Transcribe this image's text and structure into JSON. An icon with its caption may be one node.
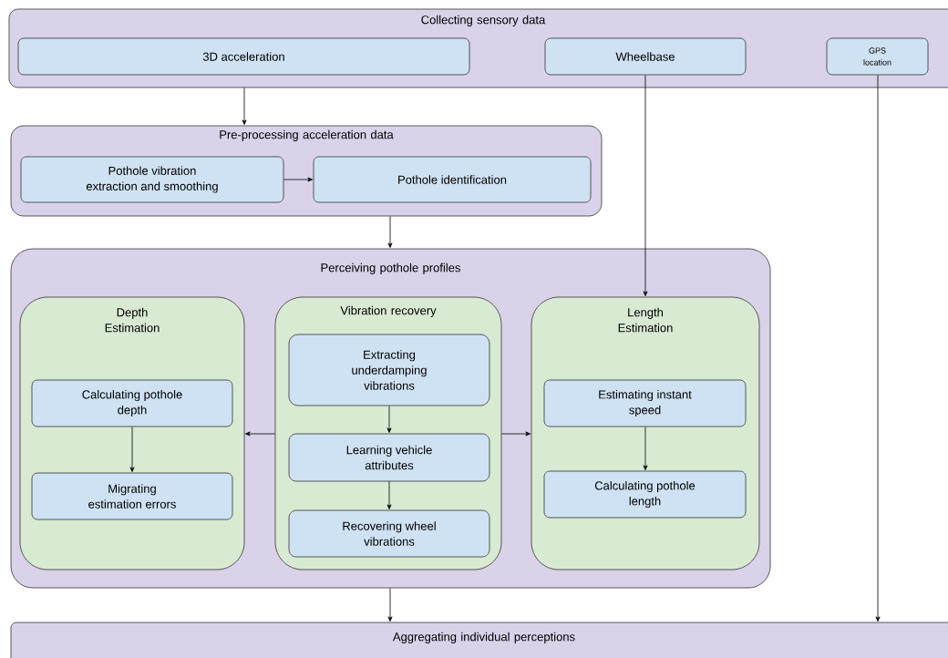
{
  "diagram": {
    "nodes": [
      {
        "text": [
          "Collecting sensory data"
        ]
      },
      {
        "text": [
          "3D acceleration"
        ],
        "in": 0
      },
      {
        "text": [
          "Wheelbase"
        ],
        "in": 0
      },
      {
        "text": [
          "GPS location"
        ],
        "in": 0
      },
      {
        "text": [
          "Pre-processing acceleration data"
        ]
      },
      {
        "text": [
          "Pothole vibration extraction and smoothing"
        ],
        "in": 4
      },
      {
        "text": [
          "Pothole identification"
        ],
        "in": 4
      },
      {
        "text": [
          "Perceiving pothole profiles"
        ]
      },
      {
        "text": [
          "Depth Estimation"
        ],
        "in": 7
      },
      {
        "text": [
          "Calculating pothole depth"
        ],
        "in": 8
      },
      {
        "text": [
          "Migrating estimation errors"
        ],
        "in": 8
      },
      {
        "text": [
          "Vibration recovery"
        ],
        "in": 7
      },
      {
        "text": [
          "Extracting underdamping vibrations"
        ],
        "in": 11
      },
      {
        "text": [
          "Learning vehicle attributes"
        ],
        "in": 11
      },
      {
        "text": [
          "Recovering wheel vibrations"
        ],
        "in": 11
      },
      {
        "text": [
          "Length Estimation"
        ],
        "in": 7
      },
      {
        "text": [
          "Estimating instant speed"
        ],
        "in": 15
      },
      {
        "text": [
          "Calculating pothole length"
        ],
        "in": 15
      },
      {
        "text": [
          "Aggregating individual perceptions"
        ]
      }
    ],
    "edges": [
      {
        "from": 0,
        "to": 4,
        "arrow": "to"
      },
      {
        "from": 5,
        "to": 6,
        "arrow": "to"
      },
      {
        "from": 4,
        "to": 7,
        "arrow": "to"
      },
      {
        "from": 2,
        "to": 15,
        "arrow": "to"
      },
      {
        "from": 3,
        "to": 18,
        "arrow": "to"
      },
      {
        "from": 11,
        "to": 8,
        "arrow": "to"
      },
      {
        "from": 11,
        "to": 15,
        "arrow": "to"
      },
      {
        "from": 12,
        "to": 13,
        "arrow": "to"
      },
      {
        "from": 13,
        "to": 14,
        "arrow": "to"
      },
      {
        "from": 9,
        "to": 10,
        "arrow": "to"
      },
      {
        "from": 16,
        "to": 17,
        "arrow": "to"
      },
      {
        "from": 7,
        "to": 18,
        "arrow": "to"
      }
    ]
  }
}
